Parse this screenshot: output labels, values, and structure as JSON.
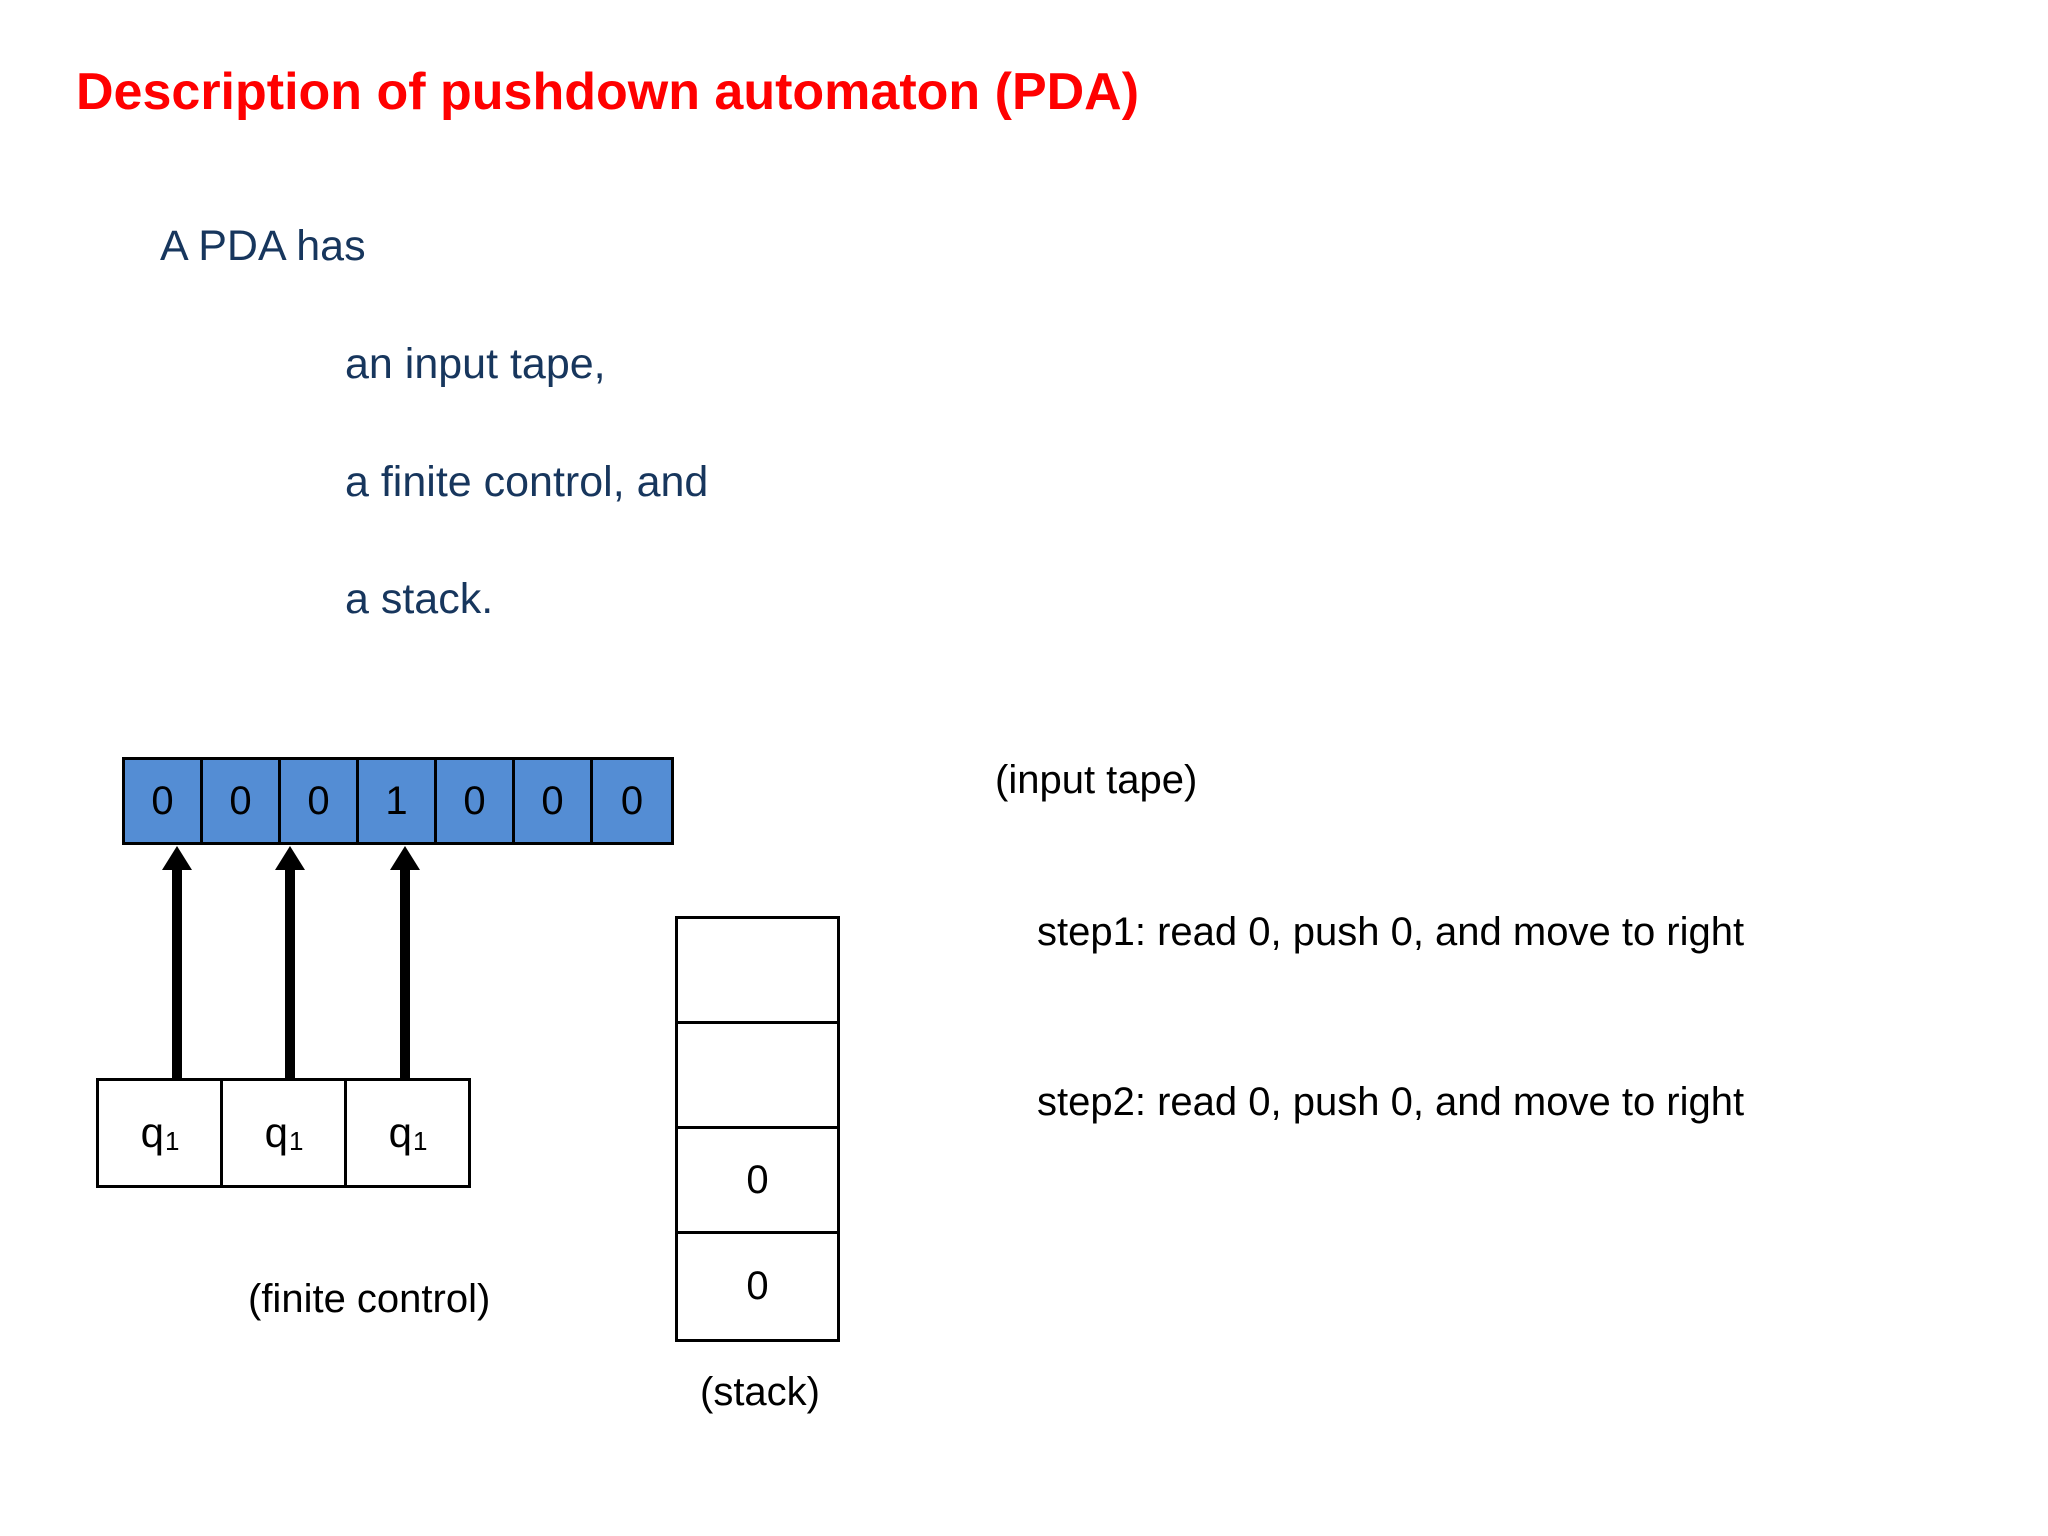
{
  "slide": {
    "title": "Description of pushdown automaton (PDA)",
    "title_color": "#ff0000",
    "body_color": "#17365d",
    "background": "#ffffff",
    "tape_fill": "#548dd4"
  },
  "body": {
    "lines": [
      "A PDA has",
      "an input tape,",
      "a finite control, and",
      "a stack."
    ]
  },
  "input_tape": {
    "label": "(input tape)",
    "cells": [
      "0",
      "0",
      "0",
      "1",
      "0",
      "0",
      "0"
    ]
  },
  "finite_control": {
    "label": "(finite control)",
    "cells": [
      {
        "state": "q",
        "sub": "1"
      },
      {
        "state": "q",
        "sub": "1"
      },
      {
        "state": "q",
        "sub": "1"
      }
    ]
  },
  "stack": {
    "label": "(stack)",
    "cells": [
      "",
      "",
      "0",
      "0"
    ]
  },
  "steps": [
    "step1: read 0, push 0, and move to right",
    "step2: read 0, push 0, and move to right"
  ]
}
